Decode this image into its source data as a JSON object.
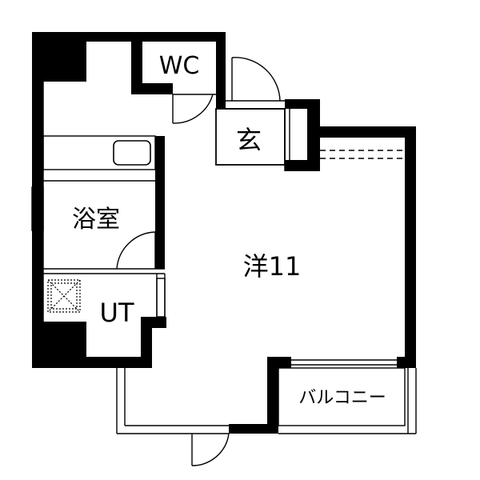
{
  "rooms": {
    "wc": "WC",
    "genkan": "玄",
    "bathroom": "浴室",
    "utility": "UT",
    "western_room": "洋11",
    "balcony": "バルコニー"
  },
  "colors": {
    "wall": "#000000",
    "background": "#ffffff"
  }
}
